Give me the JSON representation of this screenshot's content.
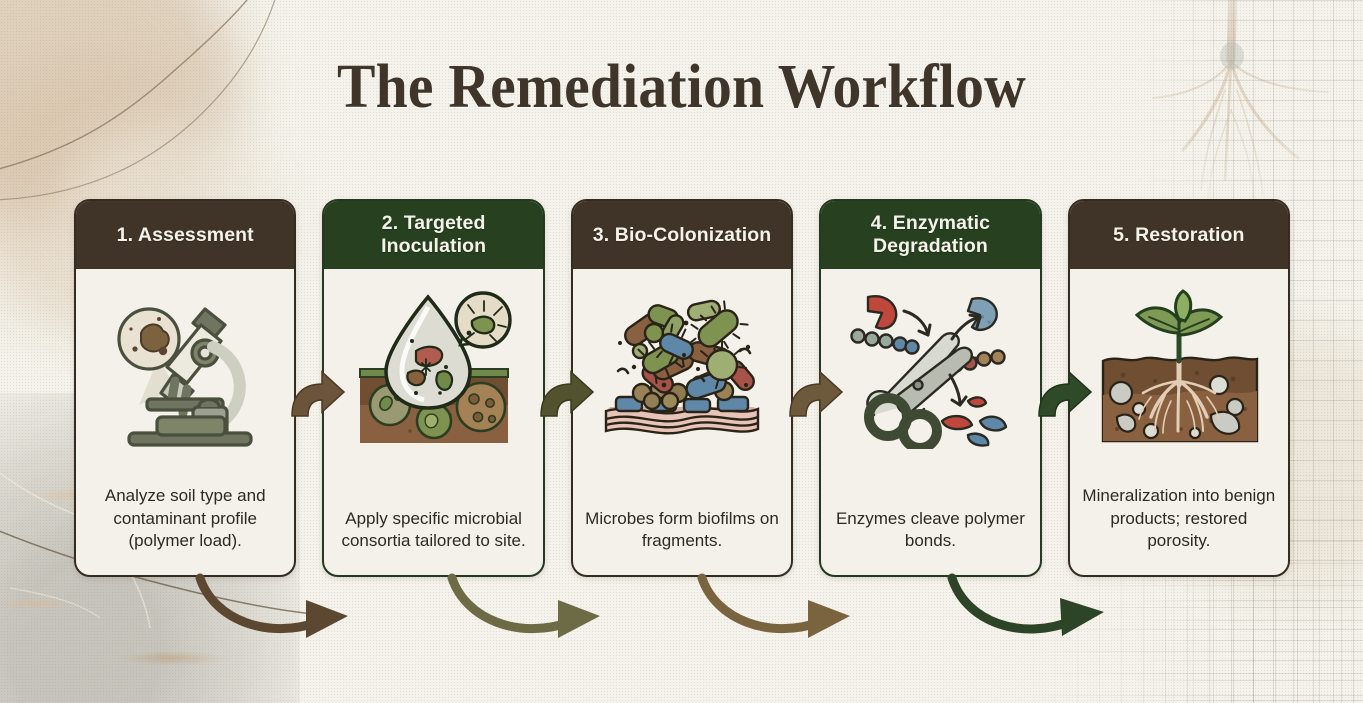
{
  "title": "The Remediation Workflow",
  "theme": {
    "background": "#f4f2ea",
    "card_background": "#f3f1e9",
    "brown_header": "#3f3427",
    "green_header": "#27401f",
    "title_color": "#40352a",
    "body_text_color": "#2c2a26",
    "arrow_brown": "#6b543a",
    "arrow_green": "#2f4a28"
  },
  "steps": [
    {
      "number": "1",
      "label": "1. Assessment",
      "header_color": "brown",
      "icon": "microscope-soil-sample-icon",
      "text": "Analyze soil type and contaminant profile (polymer load)."
    },
    {
      "number": "2",
      "label": "2. Targeted Inoculation",
      "header_color": "green",
      "icon": "inoculation-droplet-soil-icon",
      "text": "Apply specific microbial consortia tailored to site."
    },
    {
      "number": "3",
      "label": "3. Bio-Colonization",
      "header_color": "brown",
      "icon": "microbes-biofilm-icon",
      "text": "Microbes form biofilms on fragments."
    },
    {
      "number": "4",
      "label": "4. Enzymatic Degradation",
      "header_color": "green",
      "icon": "scissors-polymer-cleavage-icon",
      "text": "Enzymes cleave polymer bonds."
    },
    {
      "number": "5",
      "label": "5. Restoration",
      "header_color": "brown",
      "icon": "seedling-roots-soil-icon",
      "text": "Mineralization into benign products; restored porosity."
    }
  ],
  "connectors": {
    "between_cards": [
      {
        "from": "1",
        "to": "2",
        "icon": "curved-arrow-right-icon",
        "color": "#6b543a"
      },
      {
        "from": "2",
        "to": "3",
        "icon": "curved-arrow-right-icon",
        "color": "#4c4a30"
      },
      {
        "from": "3",
        "to": "4",
        "icon": "curved-arrow-right-icon",
        "color": "#6b5a3c"
      },
      {
        "from": "4",
        "to": "5",
        "icon": "curved-arrow-right-icon",
        "color": "#2f4a28"
      }
    ],
    "bottom_flow": [
      {
        "icon": "sweeping-arrow-icon",
        "color": "#5c4730"
      },
      {
        "icon": "sweeping-arrow-icon",
        "color": "#6d6b45"
      },
      {
        "icon": "sweeping-arrow-icon",
        "color": "#7a6440"
      },
      {
        "icon": "sweeping-arrow-icon",
        "color": "#2d4526"
      }
    ]
  }
}
